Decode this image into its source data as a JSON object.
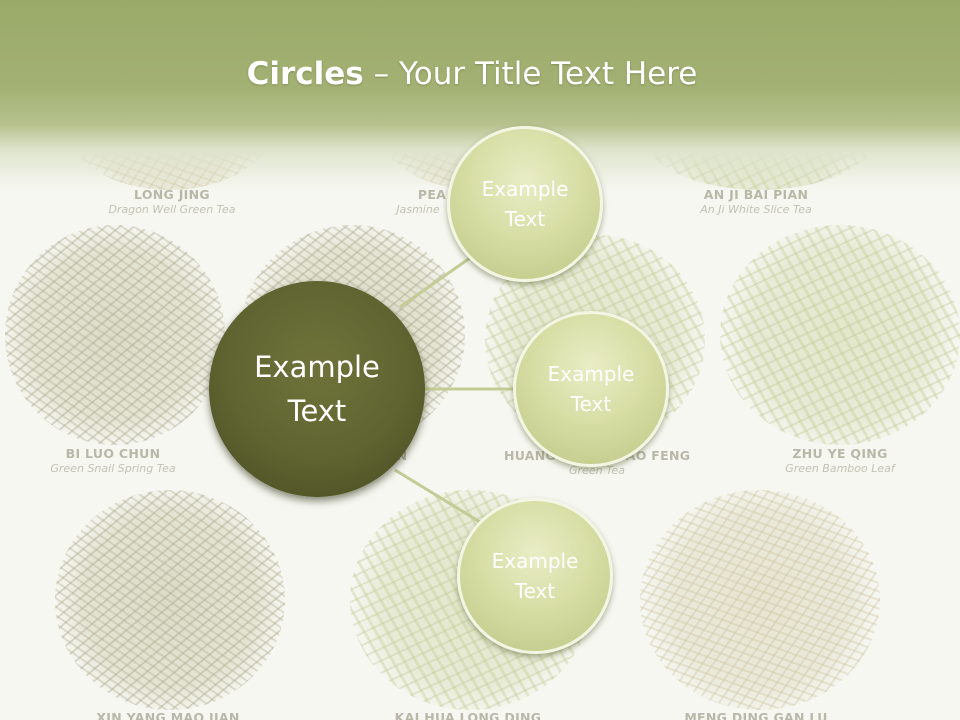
{
  "title": {
    "bold": "Circles",
    "rest": " – Your Title Text Here"
  },
  "background_labels": [
    {
      "name": "LONG JING",
      "subtitle": "Dragon Well Green Tea"
    },
    {
      "name": "PEA",
      "subtitle": "Jasmine"
    },
    {
      "name": "AN JI BAI PIAN",
      "subtitle": "An Ji White Slice Tea"
    },
    {
      "name": "BI LUO CHUN",
      "subtitle": "Green Snail Spring Tea"
    },
    {
      "name": "N",
      "subtitle": ""
    },
    {
      "name": "HUANG",
      "subtitle": "Green Tea"
    },
    {
      "name": "AO FENG",
      "subtitle": ""
    },
    {
      "name": "ZHU YE QING",
      "subtitle": "Green Bamboo Leaf"
    },
    {
      "name": "XIN YANG MAO JIAN",
      "subtitle": ""
    },
    {
      "name": "KAI HUA LONG DING",
      "subtitle": ""
    },
    {
      "name": "MENG DING GAN LU",
      "subtitle": ""
    }
  ],
  "diagram": {
    "center": {
      "line1": "Example",
      "line2": "Text",
      "color": "#5f6330"
    },
    "nodes": [
      {
        "line1": "Example",
        "line2": "Text"
      },
      {
        "line1": "Example",
        "line2": "Text"
      },
      {
        "line1": "Example",
        "line2": "Text"
      }
    ],
    "node_color": "#d7dea5",
    "connector_color": "#c4cc95"
  }
}
